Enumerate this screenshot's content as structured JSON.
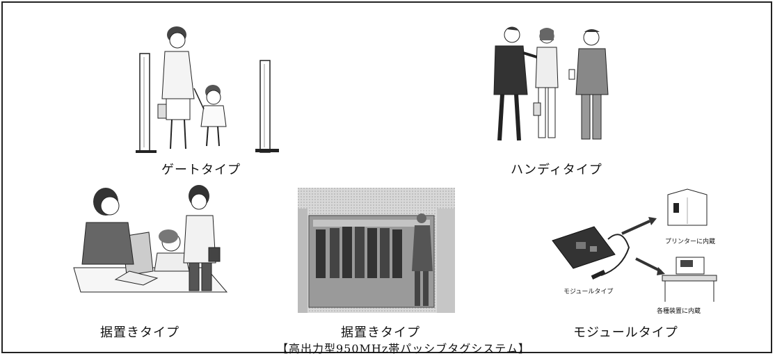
{
  "captions": {
    "gate": "ゲートタイプ",
    "handy": "ハンディタイプ",
    "standing_left": "据置きタイプ",
    "standing_center": "据置きタイプ",
    "module": "モジュールタイプ"
  },
  "system_title": "【高出力型950MHz帯パッシブタグシステム】",
  "module_labels": {
    "module": "モジュールタイプ",
    "printer": "プリンターに内蔵",
    "device": "各種装置に内蔵"
  }
}
